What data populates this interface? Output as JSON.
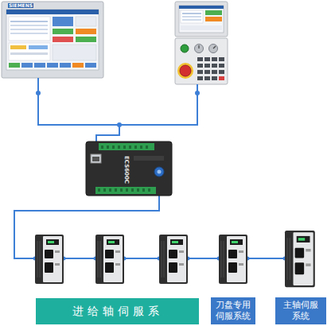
{
  "diagram": {
    "nodes": [
      {
        "text": [
          "进给轴伺服系"
        ]
      },
      {
        "text": [
          "刀盘专用 伺服系统"
        ]
      },
      {
        "text": [
          "主轴伺服 系统"
        ]
      }
    ],
    "labels": [
      "SIEMENS",
      "ECS600C"
    ]
  }
}
